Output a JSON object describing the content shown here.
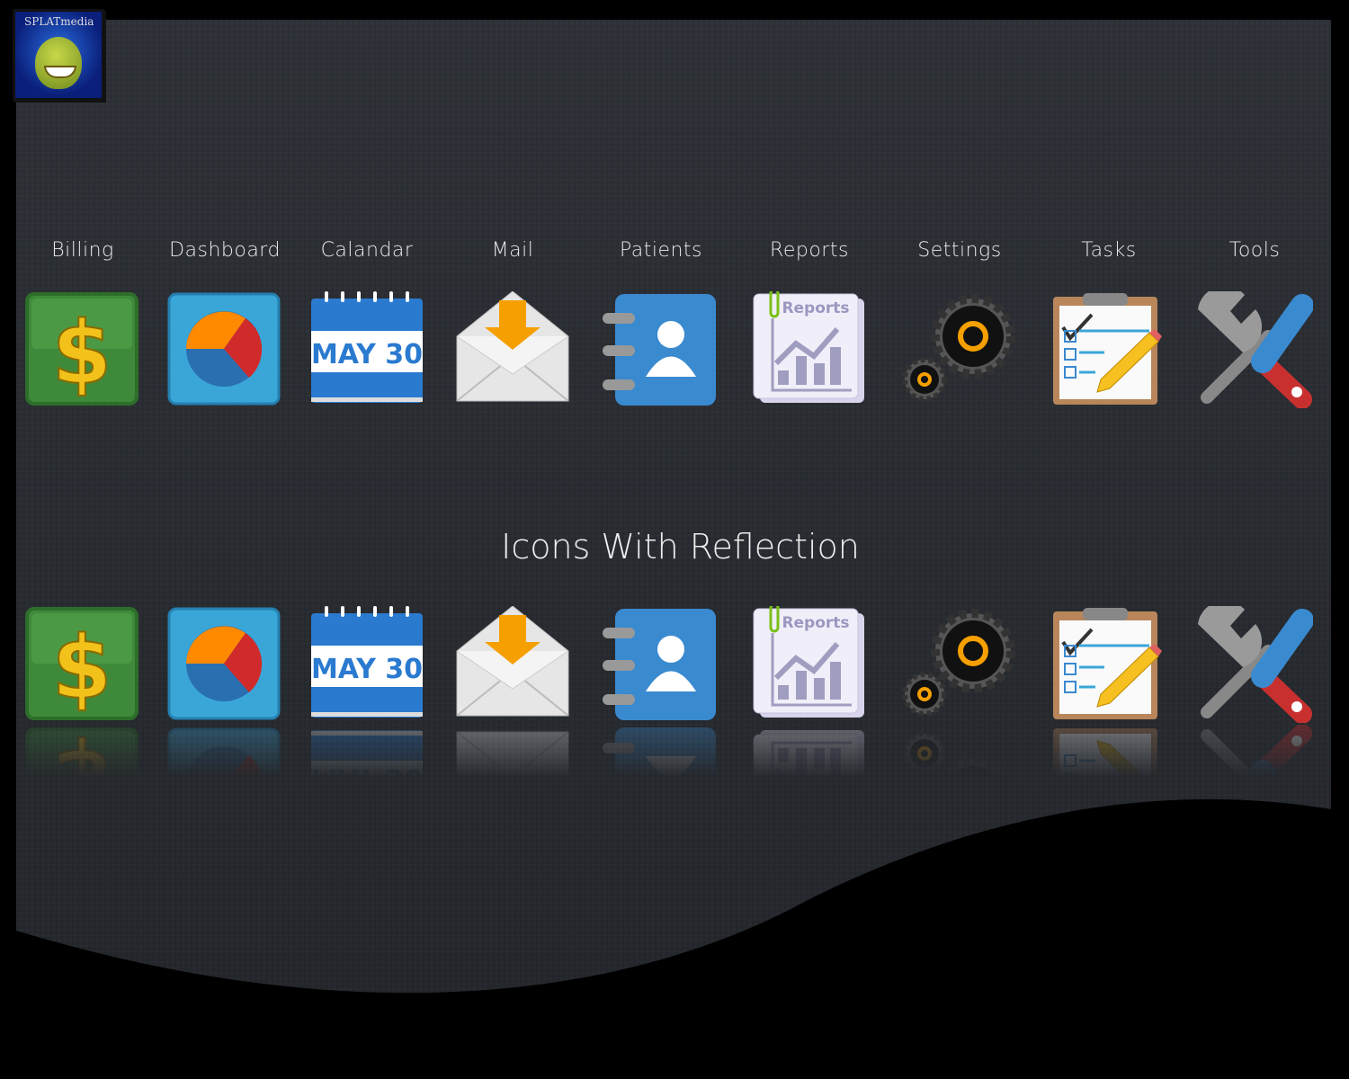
{
  "logo": {
    "text": "SPLATmedia"
  },
  "title": "Icons With Reflection",
  "icons": [
    {
      "label": "Billing",
      "icon": "dollar-icon"
    },
    {
      "label": "Dashboard",
      "icon": "pie-chart-icon"
    },
    {
      "label": "Calandar",
      "icon": "calendar-icon",
      "date": "MAY 30"
    },
    {
      "label": "Mail",
      "icon": "mail-icon"
    },
    {
      "label": "Patients",
      "icon": "contacts-icon"
    },
    {
      "label": "Reports",
      "icon": "reports-icon",
      "badge": "Reports"
    },
    {
      "label": "Settings",
      "icon": "gears-icon"
    },
    {
      "label": "Tasks",
      "icon": "clipboard-icon"
    },
    {
      "label": "Tools",
      "icon": "tools-icon"
    }
  ],
  "colors": {
    "background": "#2f3237",
    "frame": "#000000",
    "text": "#e8e8e8"
  }
}
